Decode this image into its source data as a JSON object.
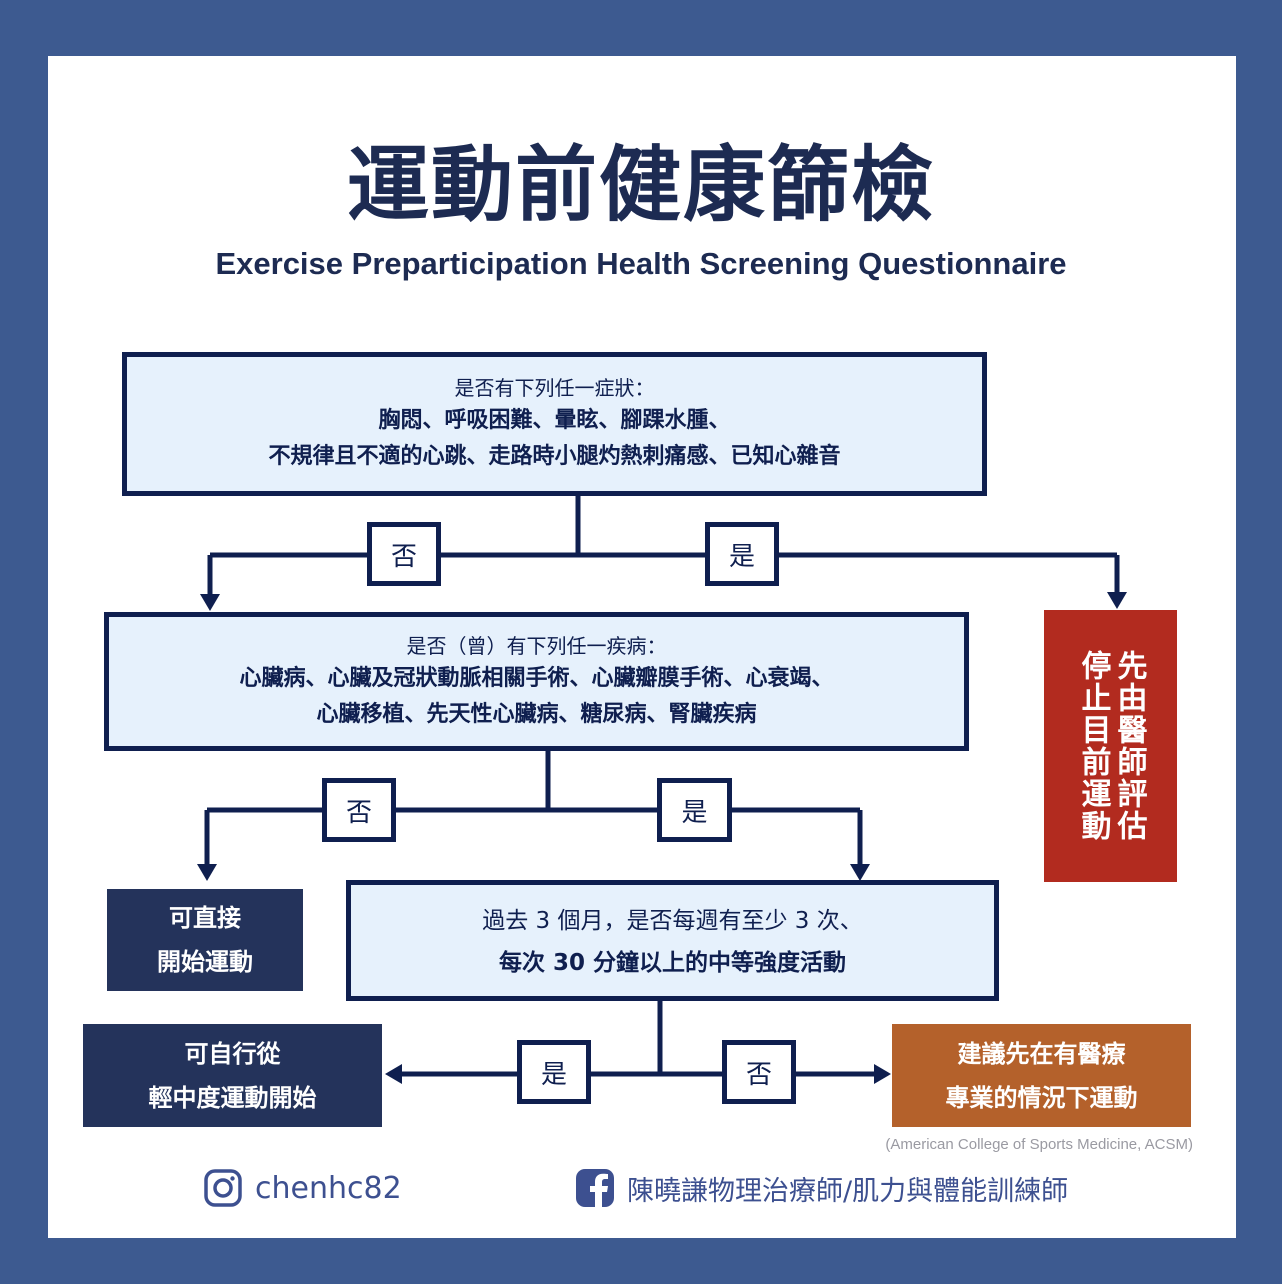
{
  "title": "運動前健康篩檢",
  "subtitle": "Exercise Preparticipation Health Screening Questionnaire",
  "q1": {
    "intro": "是否有下列任一症狀：",
    "line1": "胸悶、呼吸困難、暈眩、腳踝水腫、",
    "line2": "不規律且不適的心跳、走路時小腿灼熱刺痛感、已知心雜音"
  },
  "q2": {
    "intro": "是否（曾）有下列任一疾病：",
    "line1": "心臟病、心臟及冠狀動脈相關手術、心臟瓣膜手術、心衰竭、",
    "line2": "心臟移植、先天性心臟病、糖尿病、腎臟疾病"
  },
  "q3": {
    "line1": "過去 3 個月，是否每週有至少 3 次、",
    "line2": "每次 30 分鐘以上的中等強度活動"
  },
  "labels": {
    "no": "否",
    "yes": "是"
  },
  "results": {
    "stop": {
      "line1": "先由醫師評估",
      "line2": "停止目前運動"
    },
    "start_direct": {
      "line1": "可直接",
      "line2": "開始運動"
    },
    "self_start": {
      "line1": "可自行從",
      "line2": "輕中度運動開始"
    },
    "supervised": {
      "line1": "建議先在有醫療",
      "line2": "專業的情況下運動"
    }
  },
  "citation": "(American College of Sports Medicine, ACSM)",
  "footer": {
    "instagram": "chenhc82",
    "facebook": "陳曉謙物理治療師/肌力與體能訓練師"
  },
  "colors": {
    "frame": "#3d5a90",
    "navy": "#0f1f4f",
    "light": "#e6f1fc",
    "red": "#b22b1f",
    "orange": "#b4612b"
  }
}
